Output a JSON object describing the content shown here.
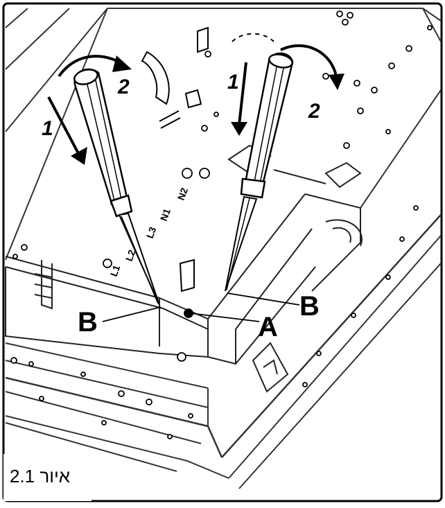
{
  "figure": {
    "caption": "איור 2.1",
    "callouts": {
      "a": "A",
      "b_left": "B",
      "b_right": "B"
    },
    "steps": {
      "left_down": "1",
      "left_rotate": "2",
      "right_down": "1",
      "right_rotate": "2"
    },
    "terminal_labels": {
      "l1": "L1",
      "l2": "L2",
      "l3": "L3",
      "n1": "N1",
      "n2": "N2"
    }
  }
}
